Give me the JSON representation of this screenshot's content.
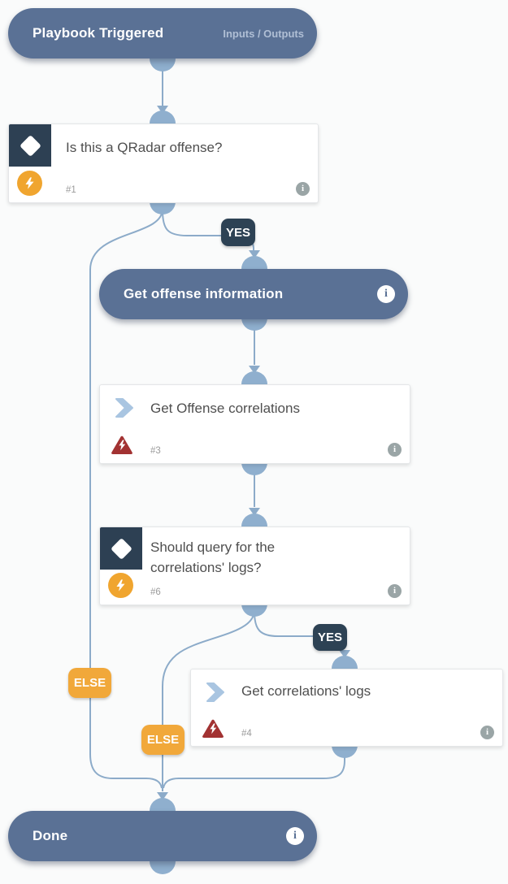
{
  "colors": {
    "node_blue": "#5a7195",
    "dark_slate": "#2d4254",
    "else_orange": "#f1a83a",
    "trigger_orange": "#f0a52f",
    "error_red": "#a23232",
    "edge_blue": "#8cabc9",
    "connector_blue": "#8fafce"
  },
  "glyphs": {
    "info": "i"
  },
  "nodes": {
    "trigger": {
      "label": "Playbook Triggered",
      "right_label": "Inputs / Outputs"
    },
    "decision_qradar": {
      "title": "Is this a QRadar offense?",
      "id": "#1"
    },
    "branch_yes_1": {
      "label": "YES"
    },
    "subplaybook_offense": {
      "label": "Get offense information"
    },
    "fn_offense_correlations": {
      "title": "Get Offense correlations",
      "id": "#3"
    },
    "decision_query_logs": {
      "title": "Should query for the correlations' logs?",
      "id": "#6"
    },
    "branch_yes_2": {
      "label": "YES"
    },
    "branch_else_1": {
      "label": "ELSE"
    },
    "branch_else_2": {
      "label": "ELSE"
    },
    "fn_correlations_logs": {
      "title": "Get correlations' logs",
      "id": "#4"
    },
    "done": {
      "label": "Done"
    }
  }
}
